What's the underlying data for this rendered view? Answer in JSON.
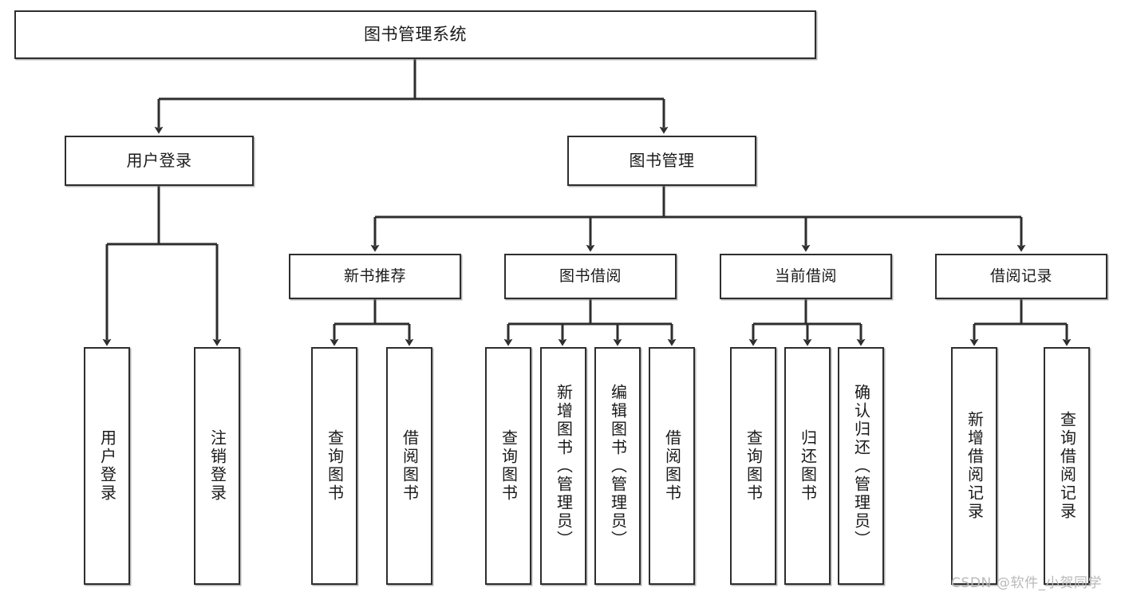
{
  "diagram": {
    "type": "tree-hierarchy-chart",
    "title": "图书管理系统",
    "line_color": "#2e2e2e",
    "box_fill": "#ffffff",
    "text_color": "#1a1a1a",
    "watermark": "CSDN @软件_小贺同学",
    "watermark_color": "#b9b9b9",
    "levels": {
      "root": {
        "label": "图书管理系统"
      },
      "level2": [
        {
          "id": "user-login",
          "label": "用户登录"
        },
        {
          "id": "book-management",
          "label": "图书管理"
        }
      ],
      "level3": [
        {
          "id": "new-book-recommend",
          "label": "新书推荐",
          "parent": "book-management"
        },
        {
          "id": "book-borrow",
          "label": "图书借阅",
          "parent": "book-management"
        },
        {
          "id": "current-borrow",
          "label": "当前借阅",
          "parent": "book-management"
        },
        {
          "id": "borrow-record",
          "label": "借阅记录",
          "parent": "book-management"
        }
      ],
      "leaves": [
        {
          "id": "leaf-user-login",
          "label": "用户登录",
          "parent": "user-login"
        },
        {
          "id": "leaf-logout-login",
          "label": "注销登录",
          "parent": "user-login"
        },
        {
          "id": "leaf-query-book-1",
          "label": "查询图书",
          "parent": "new-book-recommend"
        },
        {
          "id": "leaf-borrow-book-1",
          "label": "借阅图书",
          "parent": "new-book-recommend"
        },
        {
          "id": "leaf-query-book-2",
          "label": "查询图书",
          "parent": "book-borrow"
        },
        {
          "id": "leaf-add-book",
          "label": "新增图书（管理员）",
          "parent": "book-borrow"
        },
        {
          "id": "leaf-edit-book",
          "label": "编辑图书（管理员）",
          "parent": "book-borrow"
        },
        {
          "id": "leaf-borrow-book-2",
          "label": "借阅图书",
          "parent": "book-borrow"
        },
        {
          "id": "leaf-query-book-3",
          "label": "查询图书",
          "parent": "current-borrow"
        },
        {
          "id": "leaf-return-book",
          "label": "归还图书",
          "parent": "current-borrow"
        },
        {
          "id": "leaf-confirm-return",
          "label": "确认归还（管理员）",
          "parent": "current-borrow"
        },
        {
          "id": "leaf-add-record",
          "label": "新增借阅记录",
          "parent": "borrow-record"
        },
        {
          "id": "leaf-query-record",
          "label": "查询借阅记录",
          "parent": "borrow-record"
        }
      ]
    }
  }
}
